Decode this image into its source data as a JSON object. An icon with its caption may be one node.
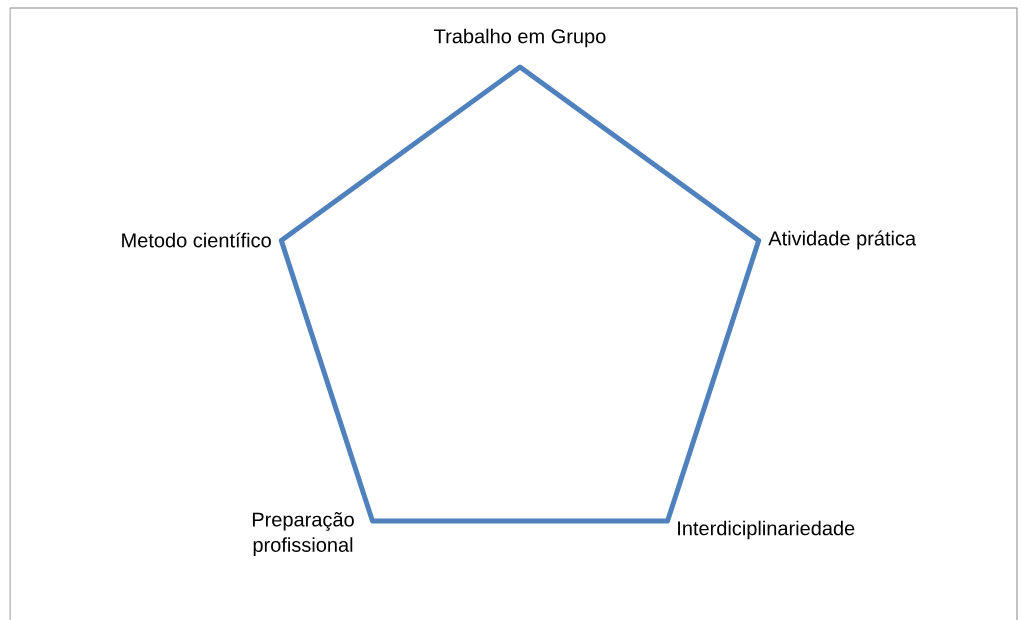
{
  "diagram": {
    "nodes": [
      {
        "text": [],
        "shape": "pentagon"
      }
    ],
    "labels": [
      "Trabalho em Grupo",
      "Metodo científico",
      "Atividade prática",
      "Preparação profissional",
      "Interdiciplinariedade"
    ]
  }
}
